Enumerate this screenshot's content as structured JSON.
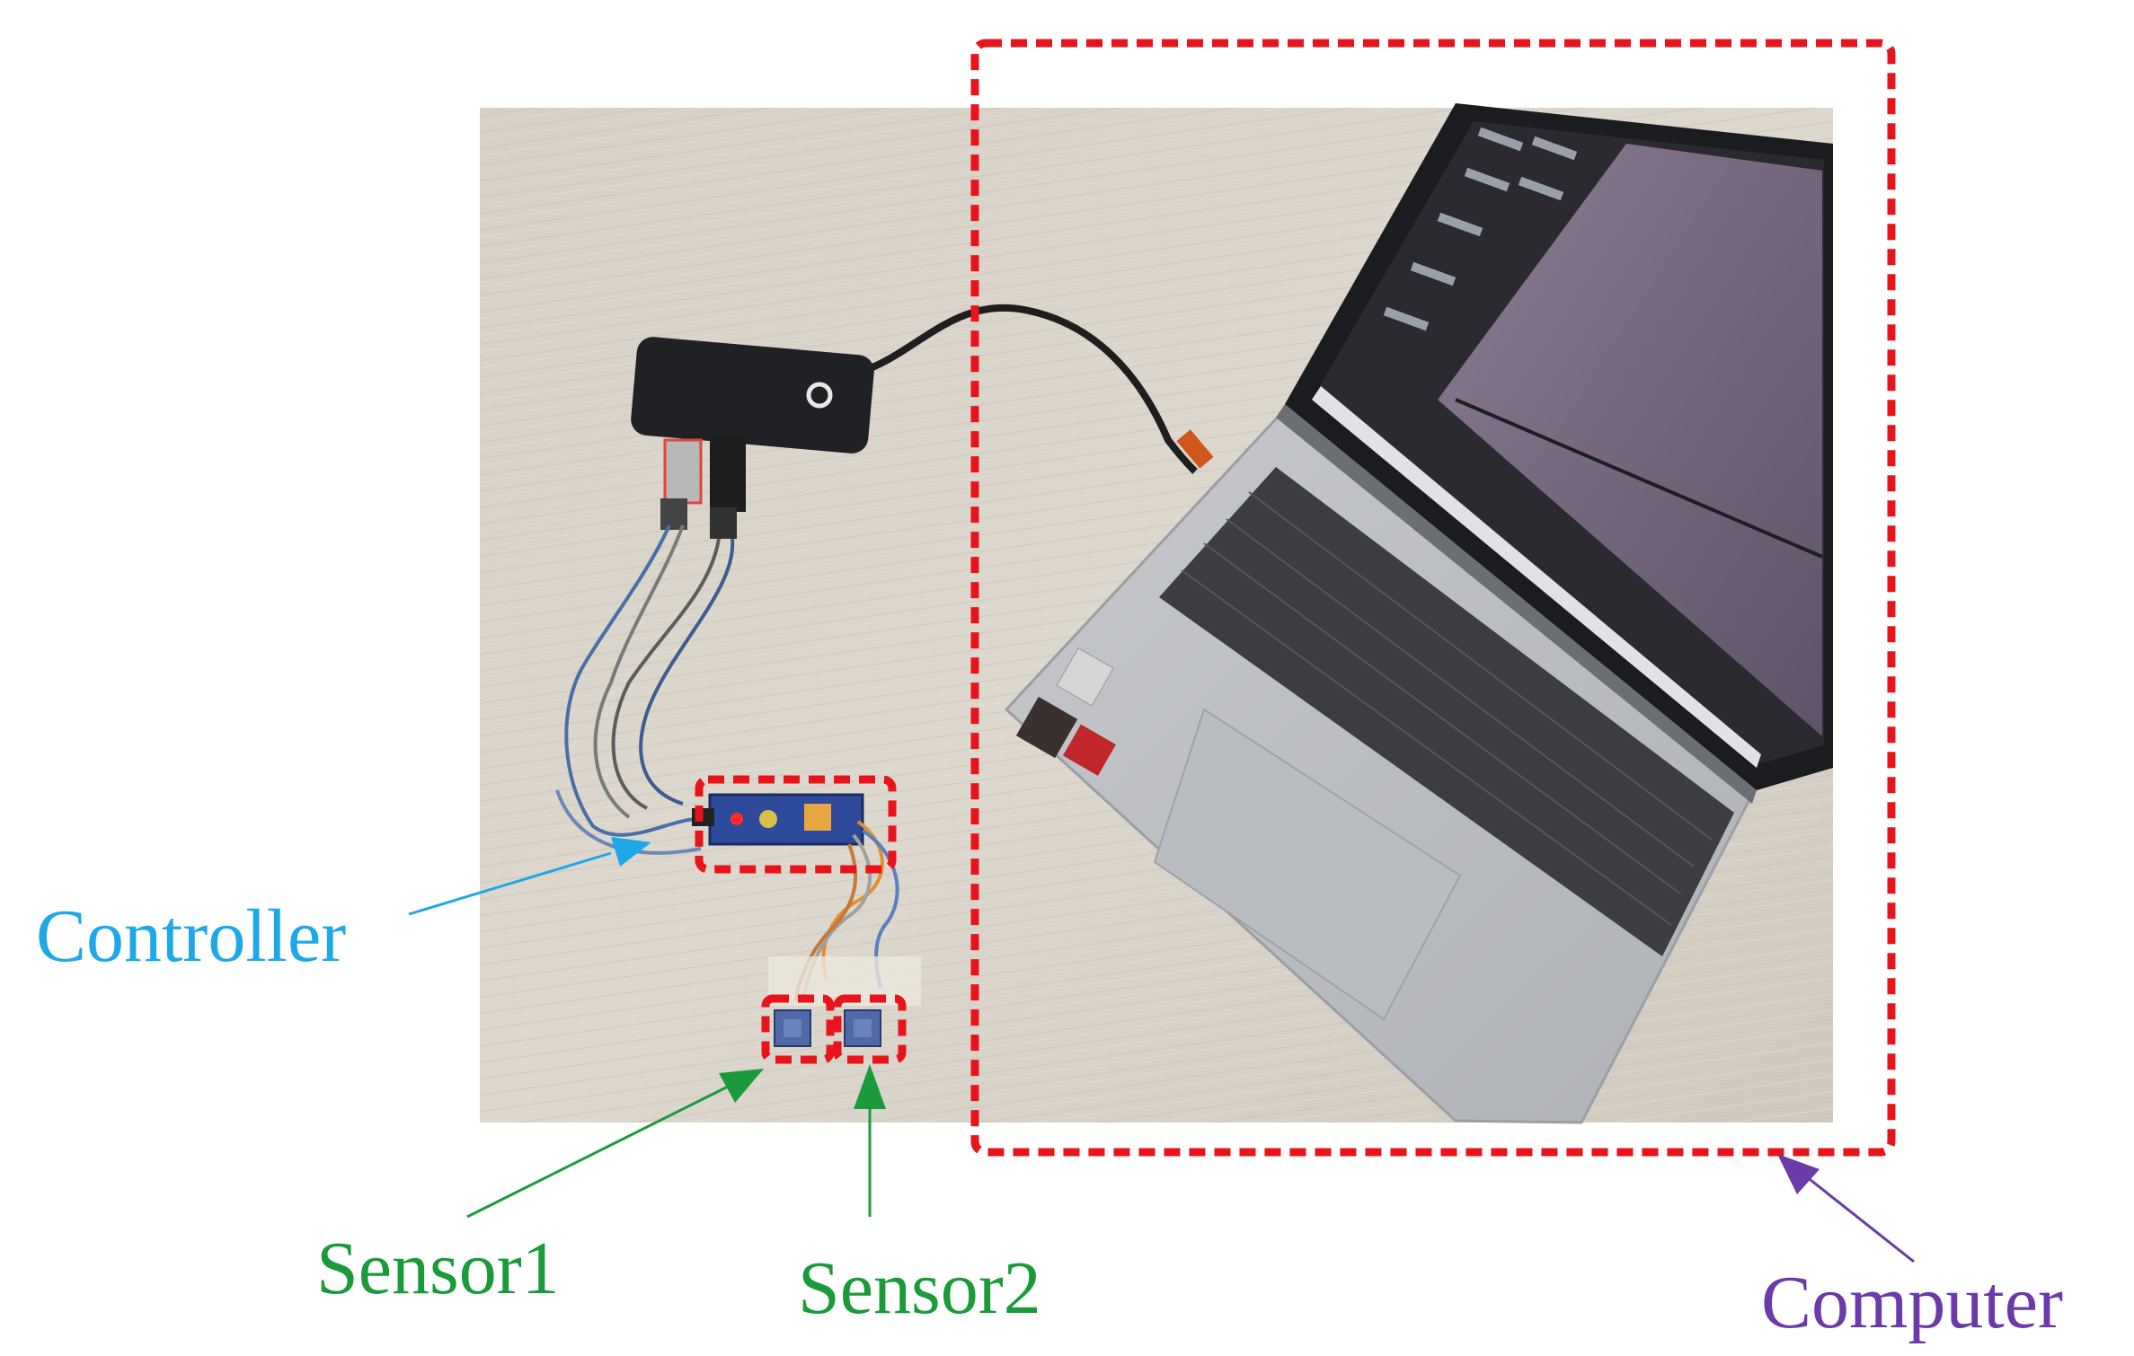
{
  "labels": {
    "controller": "Controller",
    "sensor1": "Sensor1",
    "sensor2": "Sensor2",
    "computer": "Computer"
  },
  "colors": {
    "highlight_box": "#e8141b",
    "controller": "#1ea9e6",
    "sensor": "#1a9a3b",
    "computer": "#6a3aa8",
    "desk": "#d9d3c8"
  }
}
